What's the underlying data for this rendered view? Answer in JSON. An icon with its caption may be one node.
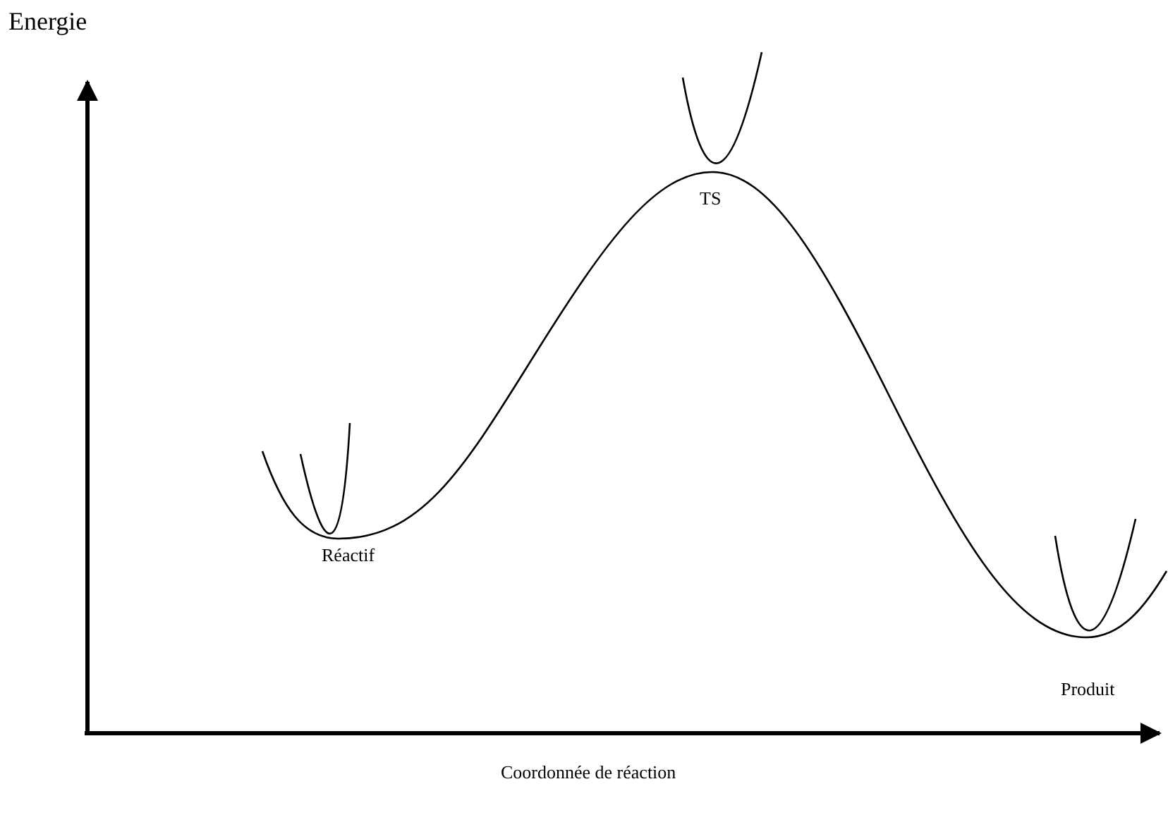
{
  "diagram": {
    "labels": [
      "Energie",
      "TS",
      "Réactif",
      "Produit",
      "Coordonnée de réaction"
    ]
  }
}
